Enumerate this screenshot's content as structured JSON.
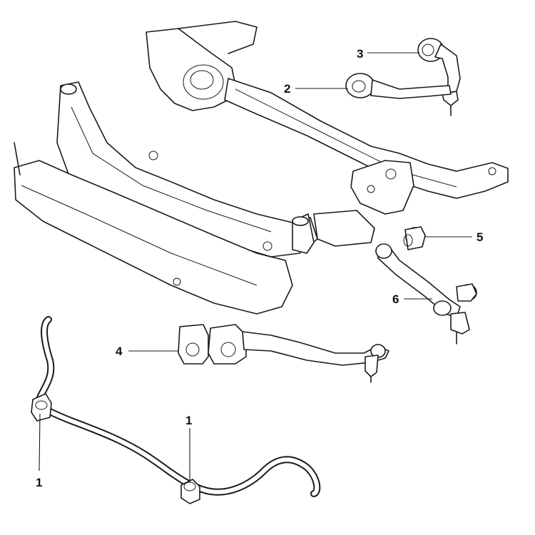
{
  "callouts": {
    "c1a": "1",
    "c1b": "1",
    "c2": "2",
    "c3": "3",
    "c4": "4",
    "c5": "5",
    "c6": "6"
  }
}
